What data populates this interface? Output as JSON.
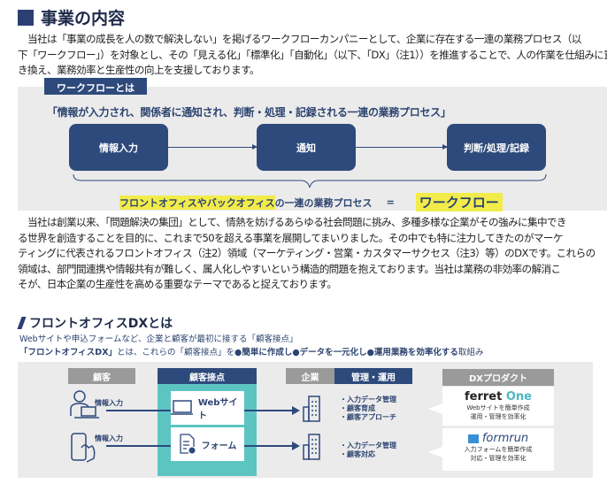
{
  "title": "事業の内容",
  "para1": [
    "　当社は「事業の成長を人の数で解決しない」を掲げるワークフローカンパニーとして、企業に存在する一連の業務プロセス（以",
    "下「ワークフロー」）を対象とし、その「見える化」「標準化」「自動化」（以下、「DX」（注1））を推進することで、人の作業を仕組みに置",
    "き換え、業務効率と生産性の向上を支援しております。"
  ],
  "workflow": {
    "tab": "ワークフローとは",
    "quote": "「情報が入力され、関係者に通知され、判断・処理・記録される一連の業務プロセス」",
    "steps": [
      "情報入力",
      "通知",
      "判断/処理/記録"
    ],
    "bottom_highlight": "フロントオフィスやバックオフィス",
    "bottom_rest": "の一連の業務プロセス",
    "equals": "=",
    "result": "ワークフロー"
  },
  "para2": [
    "　当社は創業以来、「問題解決の集団」として、情熱を妨げるあらゆる社会問題に挑み、多種多様な企業がその強みに集中でき",
    "る世界を創造することを目的に、これまで50を超える事業を展開してまいりました。その中でも特に注力してきたのがマーケ",
    "ティングに代表されるフロントオフィス（注2）領域（マーケティング・営業・カスタマーサクセス（注3）等）のDXです。これらの",
    "領域は、部門間連携や情報共有が難しく、属人化しやすいという構造的問題を抱えております。当社は業務の非効率の解消こ",
    "そが、日本企業の生産性を高める重要なテーマであると捉えております。"
  ],
  "frontoffice": {
    "heading": "フロントオフィスDXとは",
    "line1": "Webサイトや申込フォームなど、企業と顧客が最初に接する「顧客接点」",
    "line2_a": "「フロントオフィスDX」",
    "line2_b": "とは、これらの「顧客接点」を",
    "line2_c": "●簡単に作成し●データを一元化し●運用業務を効率化する",
    "line2_d": "取組み",
    "headers": {
      "customer": "顧客",
      "touchpoint": "顧客接点",
      "company": "企業",
      "ops": "管理・運用",
      "product": "DXプロダクト"
    },
    "input_label": "情報入力",
    "channels": [
      {
        "label": "Webサイト",
        "bullets": [
          "・入力データ管理",
          "・顧客育成",
          "・顧客アプローチ"
        ]
      },
      {
        "label": "フォーム",
        "bullets": [
          "・入力データ管理",
          "・顧客対応"
        ]
      }
    ],
    "products": [
      {
        "name_a": "ferret",
        "name_b": " One",
        "desc": [
          "Webサイトを簡単作成",
          "運用・管理を効率化"
        ]
      },
      {
        "name": "formrun",
        "desc": [
          "入力フォームを簡単作成",
          "対応・管理を効率化"
        ]
      }
    ]
  }
}
